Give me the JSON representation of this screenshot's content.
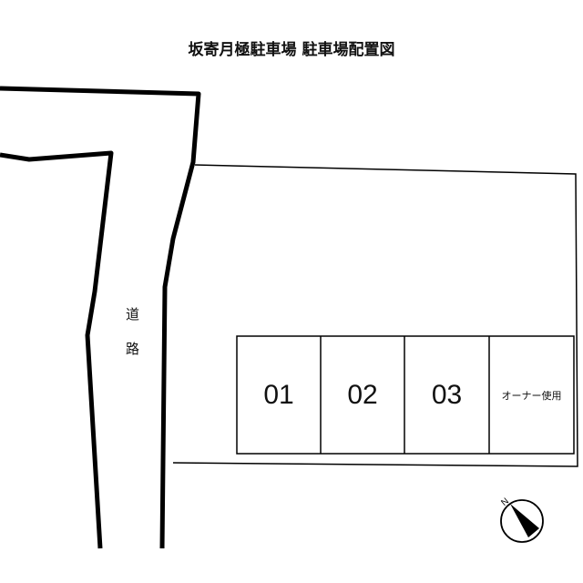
{
  "title": "坂寄月極駐車場 駐車場配置図",
  "road_label": [
    "道",
    "路"
  ],
  "stalls": [
    "01",
    "02",
    "03",
    "オーナー使用"
  ],
  "compass": {
    "label": "N",
    "icon": "north-arrow-icon"
  }
}
